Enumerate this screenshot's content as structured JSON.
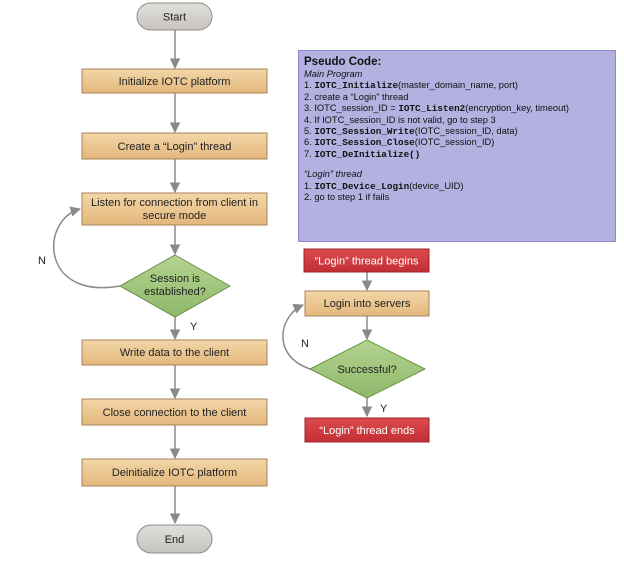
{
  "flowchart": {
    "start": "Start",
    "init": "Initialize IOTC platform",
    "create_thread": "Create a “Login” thread",
    "listen_line1": "Listen for connection from client in",
    "listen_line2": "secure mode",
    "session_line1": "Session is",
    "session_line2": "established?",
    "label_n": "N",
    "label_y": "Y",
    "write": "Write data to the client",
    "close": "Close connection to the client",
    "deinit": "Deinitialize IOTC platform",
    "end": "End"
  },
  "login_flow": {
    "begins": "“Login” thread begins",
    "login": "Login into servers",
    "successful": "Successful?",
    "label_n": "N",
    "label_y": "Y",
    "ends": "“Login” thread ends"
  },
  "pseudo": {
    "title": "Pseudo Code:",
    "main_heading": "Main Program",
    "s1_num": "1. ",
    "s1_fn": "IOTC_Initialize",
    "s1_args": "(master_domain_name, port)",
    "s2": "2. create a “Login” thread",
    "s3_pre": "3. IOTC_session_ID = ",
    "s3_fn": "IOTC_Listen2",
    "s3_args": "(encryption_key, timeout)",
    "s4": "4. If IOTC_session_ID is not valid, go to step 3",
    "s5_num": "5. ",
    "s5_fn": "IOTC_Session_Write",
    "s5_args": "(IOTC_session_ID, data)",
    "s6_num": "6. ",
    "s6_fn": "IOTC_Session_Close",
    "s6_args": "(IOTC_session_ID)",
    "s7_num": "7. ",
    "s7_fn": "IOTC_DeInitialize()",
    "login_heading": "“Login” thread",
    "l1_num": "1. ",
    "l1_fn": "IOTC_Device_Login",
    "l1_args": "(device_UID)",
    "l2": "2. go to step 1 if fails"
  },
  "colors": {
    "process_fill": "#e9c28d",
    "decision_fill": "#9ec47a",
    "terminator_fill": "#cfcdc9",
    "red_fill": "#d0363b",
    "pseudo_fill": "#b2b1e0",
    "arrow": "#8a8a8a"
  }
}
